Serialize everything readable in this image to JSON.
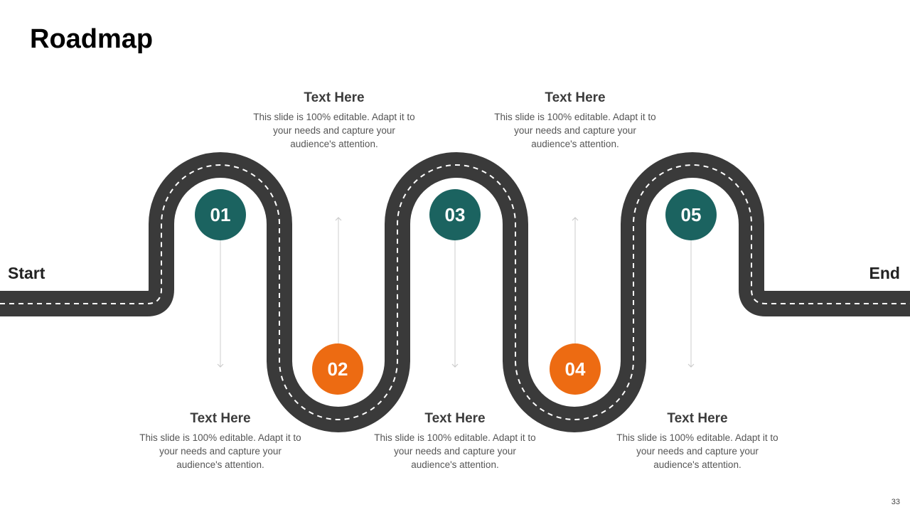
{
  "title": "Roadmap",
  "start_label": "Start",
  "end_label": "End",
  "page_number": "33",
  "colors": {
    "road": "#3a3a3a",
    "teal": "#1b6360",
    "orange": "#ed6b12",
    "connector": "#cccccc"
  },
  "steps": [
    {
      "number": "01",
      "heading": "Text Here",
      "body": "This slide is 100% editable. Adapt it to your needs and capture your audience's attention."
    },
    {
      "number": "02",
      "heading": "Text Here",
      "body": "This slide is 100% editable. Adapt it to your needs and capture your audience's attention."
    },
    {
      "number": "03",
      "heading": "Text Here",
      "body": "This slide is 100% editable. Adapt it to your needs and capture your audience's attention."
    },
    {
      "number": "04",
      "heading": "Text Here",
      "body": "This slide is 100% editable. Adapt it to your needs and capture your audience's attention."
    },
    {
      "number": "05",
      "heading": "Text Here",
      "body": "This slide is 100% editable. Adapt it to your needs and capture your audience's attention."
    }
  ]
}
